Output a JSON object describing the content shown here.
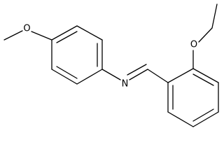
{
  "molecule": {
    "atoms": {
      "methoxy_oxygen": "O",
      "imine_nitrogen": "N",
      "ethoxy_oxygen": "O"
    }
  }
}
